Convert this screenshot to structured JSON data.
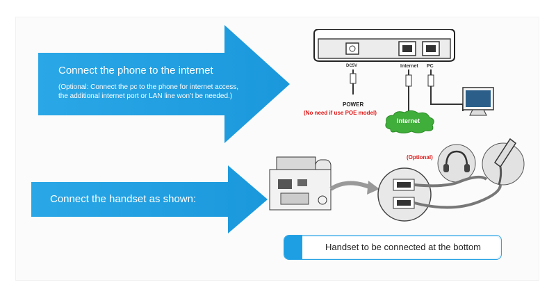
{
  "step1": {
    "title": "Connect the phone to the internet",
    "subtitle": "(Optional: Connect the pc to the phone for internet access, the additional internet port or LAN line won’t be needed.)"
  },
  "step2": {
    "title": "Connect the handset as shown:"
  },
  "diagram": {
    "port_power": "DC5V",
    "port_internet": "Internet",
    "port_pc": "PC",
    "power_label": "POWER",
    "poe_note": "(No need if use POE model)",
    "cloud_label": "Internet",
    "optional_label": "(Optional)"
  },
  "note": {
    "text": "Handset to be connected at the bottom"
  },
  "colors": {
    "arrow_blue": "#1ea0e2",
    "accent_red": "#e01818",
    "cloud_green": "#3fae3a"
  },
  "icons": [
    "phone-base-icon",
    "pc-monitor-icon",
    "internet-cloud-icon",
    "headset-icon",
    "handset-icon",
    "phone-back-icon",
    "jack-panel-icon"
  ]
}
